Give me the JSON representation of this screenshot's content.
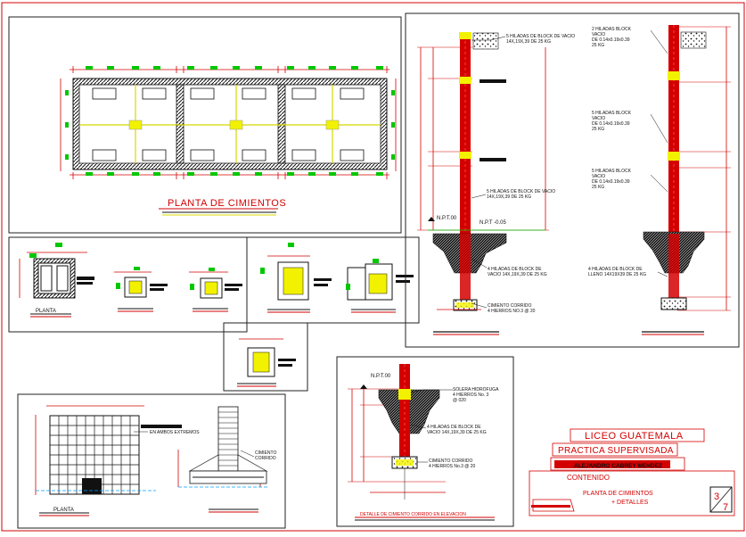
{
  "titles": {
    "plan": "PLANTA DE CIMIENTOS",
    "detail_bottom": "DETALLE DE CIMIENTO CORRIDO EN ELEVACION"
  },
  "labels": {
    "npt_left": "N.P.T.00",
    "npt_right": "N.P.T -0.05",
    "npt_bottom": "N.P.T.00",
    "planta_1": "PLANTA",
    "planta_2": "PLANTA",
    "block_top_left": "5 HILADAS DE BLOCK DE VACIO 14X,19X,39 DE 25 KG",
    "block_mid_left": "5 HILADAS DE BLOCK DE VACIO 14X,19X,39 DE 25 KG",
    "block_low_left": "4 HILADAS DE BLOCK DE VACIO 14X,19X,39 DE 25 KG",
    "cimiento_left": "CIMIENTO CORRIDO 4 HIERROS NO.3 @ 20",
    "block_top_right": "2 HILADAS BLOCK VACIO DE 0.14x0.19x0.39 25 KG",
    "block_mid_right": "5 HILADAS BLOCK VACIO DE 0.14x0.19x0.39 25 KG",
    "block_mid2_right": "5 HILADAS BLOCK VACIO DE 0.14x0.19x0.39 25 KG",
    "block_low_right": "4 HILADAS DE BLOCK DE LLENO 14X19X39 DE 25 KG",
    "solera": "SOLERA HIDROFUGA 4 HIERROS No. 3 @ 020",
    "block_bottom": "4 HILADAS DE BLOCK DE VACIO 14X,19X,39 DE 25 KG",
    "cimiento_bottom": "CIMIENTO CORRIDO 4 HIERROS No.3 @ 20",
    "varillas": "EN AMBOS EXTREMOS",
    "cimiento_corrido": "CIMIENTO CORRIDO"
  },
  "title_block": {
    "school": "LICEO GUATEMALA",
    "course": "PRACTICA SUPERVISADA",
    "author": "ALEJANDRO CABREY MENDEZ",
    "content_label": "CONTENIDO",
    "content_1": "PLANTA DE CIMIENTOS",
    "content_2": "+ DETALLES",
    "sheet_num": "3",
    "sheet_total": "7"
  },
  "colors": {
    "frame": "#222222",
    "wall": "#d40000",
    "column": "#00c800",
    "rebar": "#ffff00",
    "dim": "#d40000",
    "grid": "#e6e600"
  }
}
